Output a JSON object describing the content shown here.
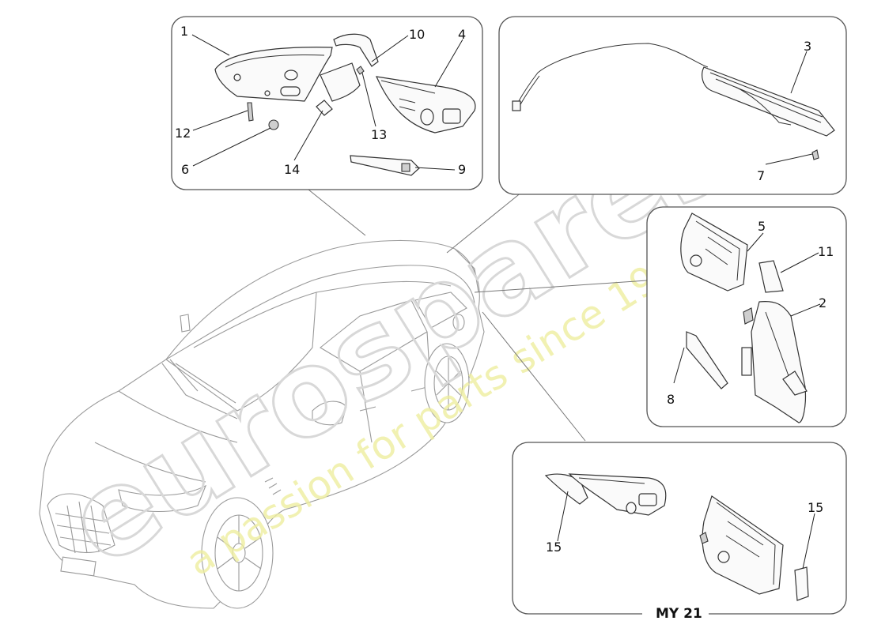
{
  "watermark": {
    "brand": "eurospares",
    "tagline": "a passion for parts since 1985"
  },
  "callouts": {
    "p1": "1",
    "p2": "2",
    "p3": "3",
    "p4": "4",
    "p5": "5",
    "p6": "6",
    "p7": "7",
    "p8": "8",
    "p9": "9",
    "p10": "10",
    "p11": "11",
    "p12": "12",
    "p13": "13",
    "p14": "14",
    "p15a": "15",
    "p15b": "15"
  },
  "panels": {
    "model_year_label": "MY 21"
  }
}
